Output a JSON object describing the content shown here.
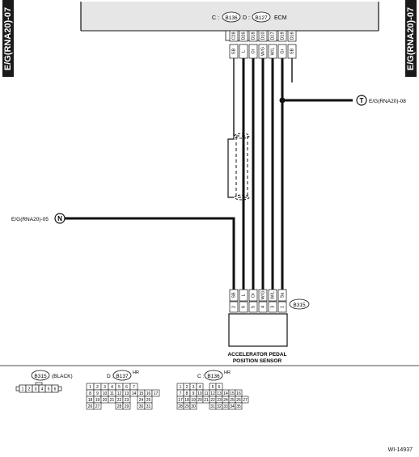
{
  "side_tabs": {
    "left": "E/G(RNA20)-07",
    "right": "E/G(RNA20)-07"
  },
  "ecm": {
    "prefix_c": "C :",
    "connector_c": "B136",
    "prefix_d": "D :",
    "connector_d": "B127",
    "label": "ECM",
    "pins": [
      "C28",
      "D26",
      "D18",
      "D10",
      "D17",
      "D19",
      "D16"
    ],
    "wire_colors": [
      "SB",
      "L",
      "Or",
      "W/G",
      "W/L",
      "Gr",
      "SB"
    ]
  },
  "links": {
    "T": {
      "letter": "T",
      "text": "E/G(RNA20)-08"
    },
    "N": {
      "letter": "N",
      "text": "E/G(RNA20)-05"
    }
  },
  "sensor": {
    "connector": "B315",
    "pins": [
      "2",
      "6",
      "5",
      "4",
      "3",
      "1"
    ],
    "wire_colors": [
      "SB",
      "L",
      "Or",
      "W/G",
      "W/L",
      "Sa"
    ],
    "name_line1": "ACCELERATOR PEDAL",
    "name_line2": "POSITION SENSOR"
  },
  "connector_views": {
    "b315": {
      "id": "B315",
      "note": "(BLACK)",
      "pins": [
        "1",
        "2",
        "3",
        "4",
        "5",
        "6"
      ]
    },
    "d": {
      "prefix": "D :",
      "id": "B137",
      "note": "HR",
      "rows": [
        [
          "1",
          "2",
          "3",
          "4",
          "5",
          "6",
          "7"
        ],
        [
          "8",
          "9",
          "10",
          "11",
          "12",
          "13",
          "14",
          "15",
          "16",
          "17"
        ],
        [
          "18",
          "19",
          "20",
          "21",
          "22",
          "23",
          "",
          "24",
          "25"
        ],
        [
          "26",
          "27",
          "",
          "",
          "28",
          "29",
          "",
          "30",
          "31"
        ]
      ]
    },
    "c": {
      "prefix": "C :",
      "id": "B136",
      "note": "HR",
      "rows": [
        [
          "1",
          "2",
          "3",
          "4",
          "",
          "5",
          "6"
        ],
        [
          "7",
          "8",
          "9",
          "10",
          "11",
          "12",
          "13",
          "14",
          "15",
          "16"
        ],
        [
          "17",
          "18",
          "19",
          "20",
          "21",
          "22",
          "23",
          "24",
          "25",
          "26",
          "27"
        ],
        [
          "28",
          "29",
          "30",
          "",
          "",
          "31",
          "32",
          "33",
          "34",
          "35"
        ]
      ]
    }
  },
  "ref": "WI-14937"
}
